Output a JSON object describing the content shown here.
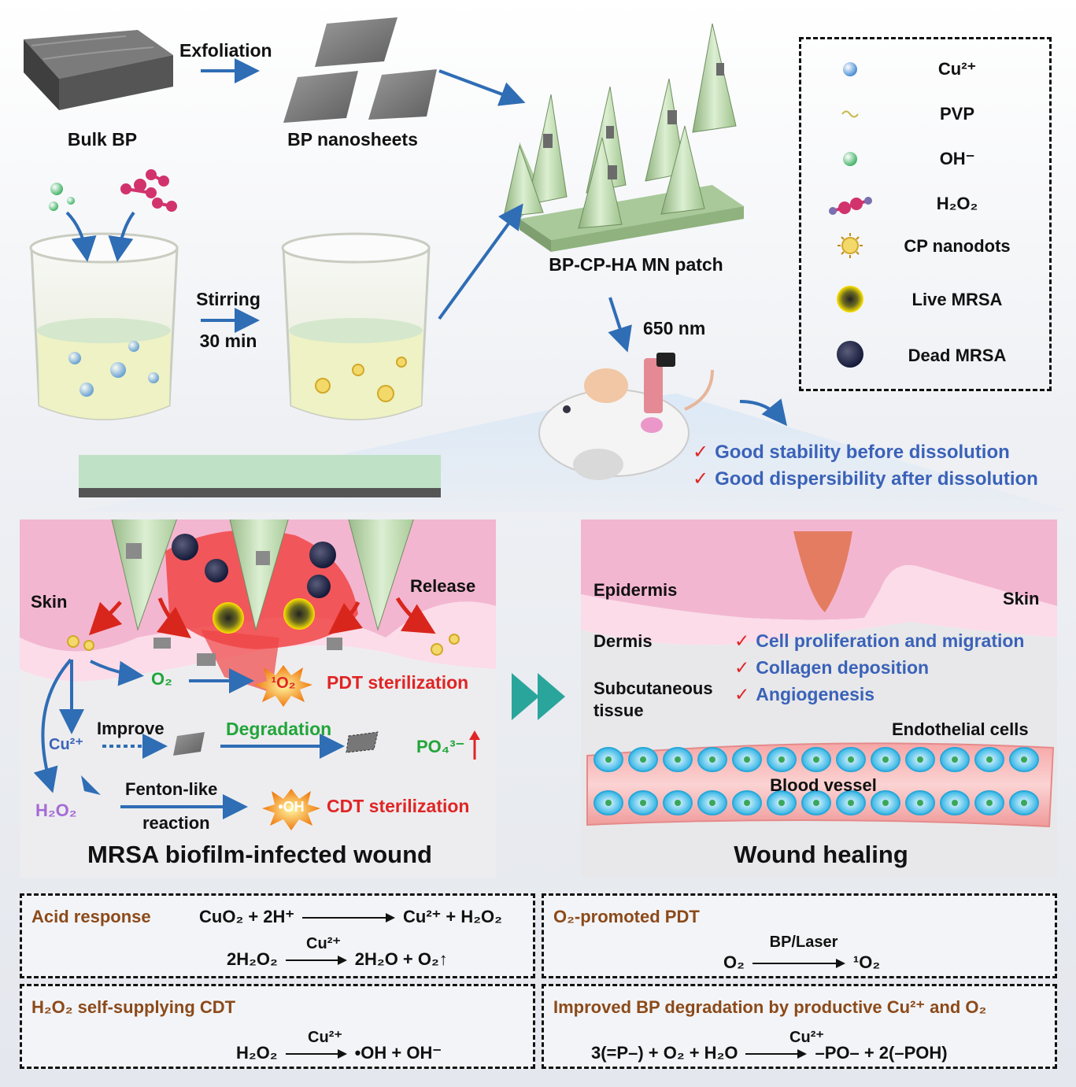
{
  "top": {
    "exfoliation": "Exfoliation",
    "bulk_bp": "Bulk BP",
    "bp_nanosheets": "BP nanosheets",
    "stirring": "Stirring",
    "time": "30 min",
    "patch": "BP-CP-HA MN patch",
    "wavelength": "650 nm",
    "stability_1": "Good stability before dissolution",
    "stability_2": "Good dispersibility after dissolution"
  },
  "legend": {
    "items": [
      {
        "label": "Cu²⁺",
        "icon": "blue-sphere-icon"
      },
      {
        "label": "PVP",
        "icon": "squiggle-icon"
      },
      {
        "label": "OH⁻",
        "icon": "green-sphere-icon"
      },
      {
        "label": "H₂O₂",
        "icon": "h2o2-molecule-icon"
      },
      {
        "label": "CP nanodots",
        "icon": "nanodot-icon"
      },
      {
        "label": "Live MRSA",
        "icon": "live-mrsa-icon"
      },
      {
        "label": "Dead MRSA",
        "icon": "dead-mrsa-icon"
      }
    ]
  },
  "left_panel": {
    "skin": "Skin",
    "release": "Release",
    "o2": "O₂",
    "singlet_o2": "¹O₂",
    "pdt": "PDT sterilization",
    "cu": "Cu²⁺",
    "improve": "Improve",
    "degradation": "Degradation",
    "phosphate": "PO₄³⁻",
    "h2o2": "H₂O₂",
    "fenton_1": "Fenton-like",
    "fenton_2": "reaction",
    "oh": "•OH",
    "cdt": "CDT sterilization",
    "title": "MRSA biofilm-infected wound"
  },
  "right_panel": {
    "epidermis": "Epidermis",
    "skin": "Skin",
    "dermis": "Dermis",
    "subcutaneous_1": "Subcutaneous",
    "subcutaneous_2": "tissue",
    "effect_1": "Cell proliferation and migration",
    "effect_2": "Collagen deposition",
    "effect_3": "Angiogenesis",
    "endothelial": "Endothelial cells",
    "vessel": "Blood vessel",
    "title": "Wound healing"
  },
  "equations": {
    "acid_title": "Acid response",
    "acid_eq1_left": "CuO₂ + 2H⁺",
    "acid_eq1_right": "Cu²⁺ + H₂O₂",
    "acid_eq2_left": "2H₂O₂",
    "acid_eq2_cat": "Cu²⁺",
    "acid_eq2_right": "2H₂O + O₂↑",
    "pdt_title": "O₂-promoted PDT",
    "pdt_left": "O₂",
    "pdt_cat": "BP/Laser",
    "pdt_right": "¹O₂",
    "cdt_title": "H₂O₂ self-supplying CDT",
    "cdt_left": "H₂O₂",
    "cdt_cat": "Cu²⁺",
    "cdt_right": "•OH + OH⁻",
    "deg_title": "Improved BP degradation by productive Cu²⁺ and O₂",
    "deg_left": "3(=P–) + O₂ + H₂O",
    "deg_cat": "Cu²⁺",
    "deg_right": "–PO– + 2(–POH)"
  },
  "colors": {
    "arrow_blue": "#2f6db5",
    "skin_pink": "#f3b6d0",
    "needle_green": "#bcd9b0",
    "check_red": "#e02525",
    "effect_blue": "#3a62b8",
    "title_brown": "#8b4a1a"
  }
}
